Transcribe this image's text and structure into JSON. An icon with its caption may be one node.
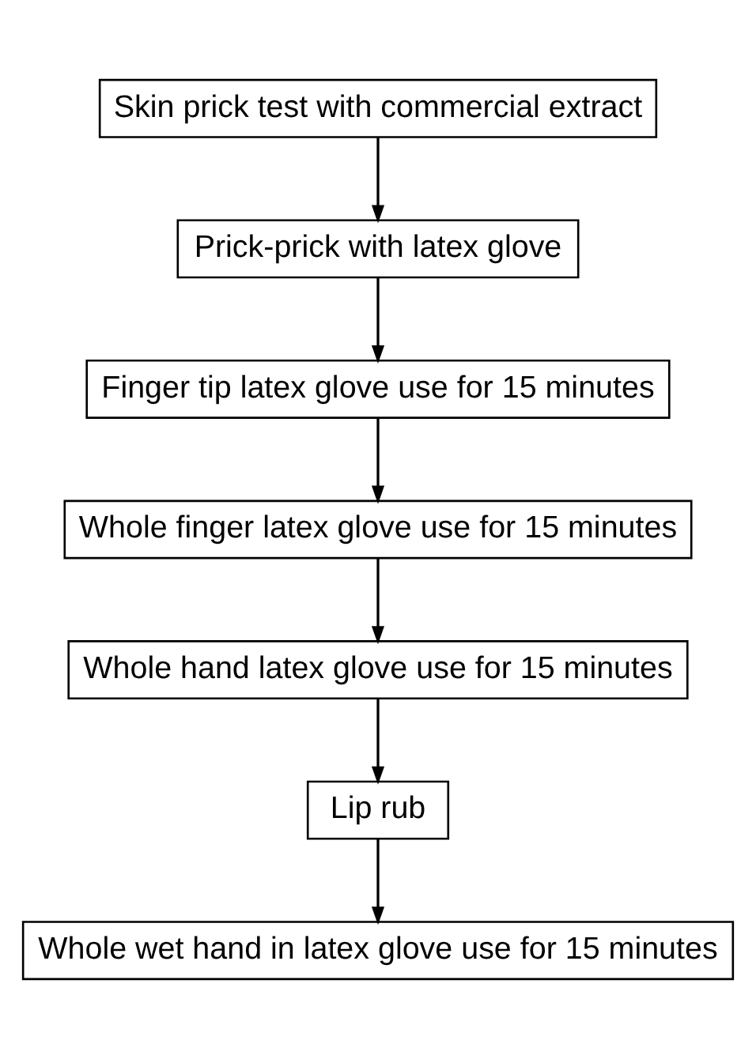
{
  "diagram": {
    "nodes": [
      {
        "text": [
          "Skin prick test with commercial extract"
        ]
      },
      {
        "text": [
          "Prick-prick with latex glove"
        ]
      },
      {
        "text": [
          "Finger tip latex glove use for 15 minutes"
        ]
      },
      {
        "text": [
          "Whole finger latex glove use for 15 minutes"
        ]
      },
      {
        "text": [
          "Whole hand latex glove use for 15 minutes"
        ]
      },
      {
        "text": [
          "Lip rub"
        ]
      },
      {
        "text": [
          "Whole wet hand in latex glove use for 15 minutes"
        ]
      }
    ],
    "edges": [
      {
        "from": 0,
        "to": 1,
        "arrow": "to"
      },
      {
        "from": 1,
        "to": 2,
        "arrow": "to"
      },
      {
        "from": 2,
        "to": 3,
        "arrow": "to"
      },
      {
        "from": 3,
        "to": 4,
        "arrow": "to"
      },
      {
        "from": 4,
        "to": 5,
        "arrow": "to"
      },
      {
        "from": 5,
        "to": 6,
        "arrow": "to"
      }
    ]
  }
}
